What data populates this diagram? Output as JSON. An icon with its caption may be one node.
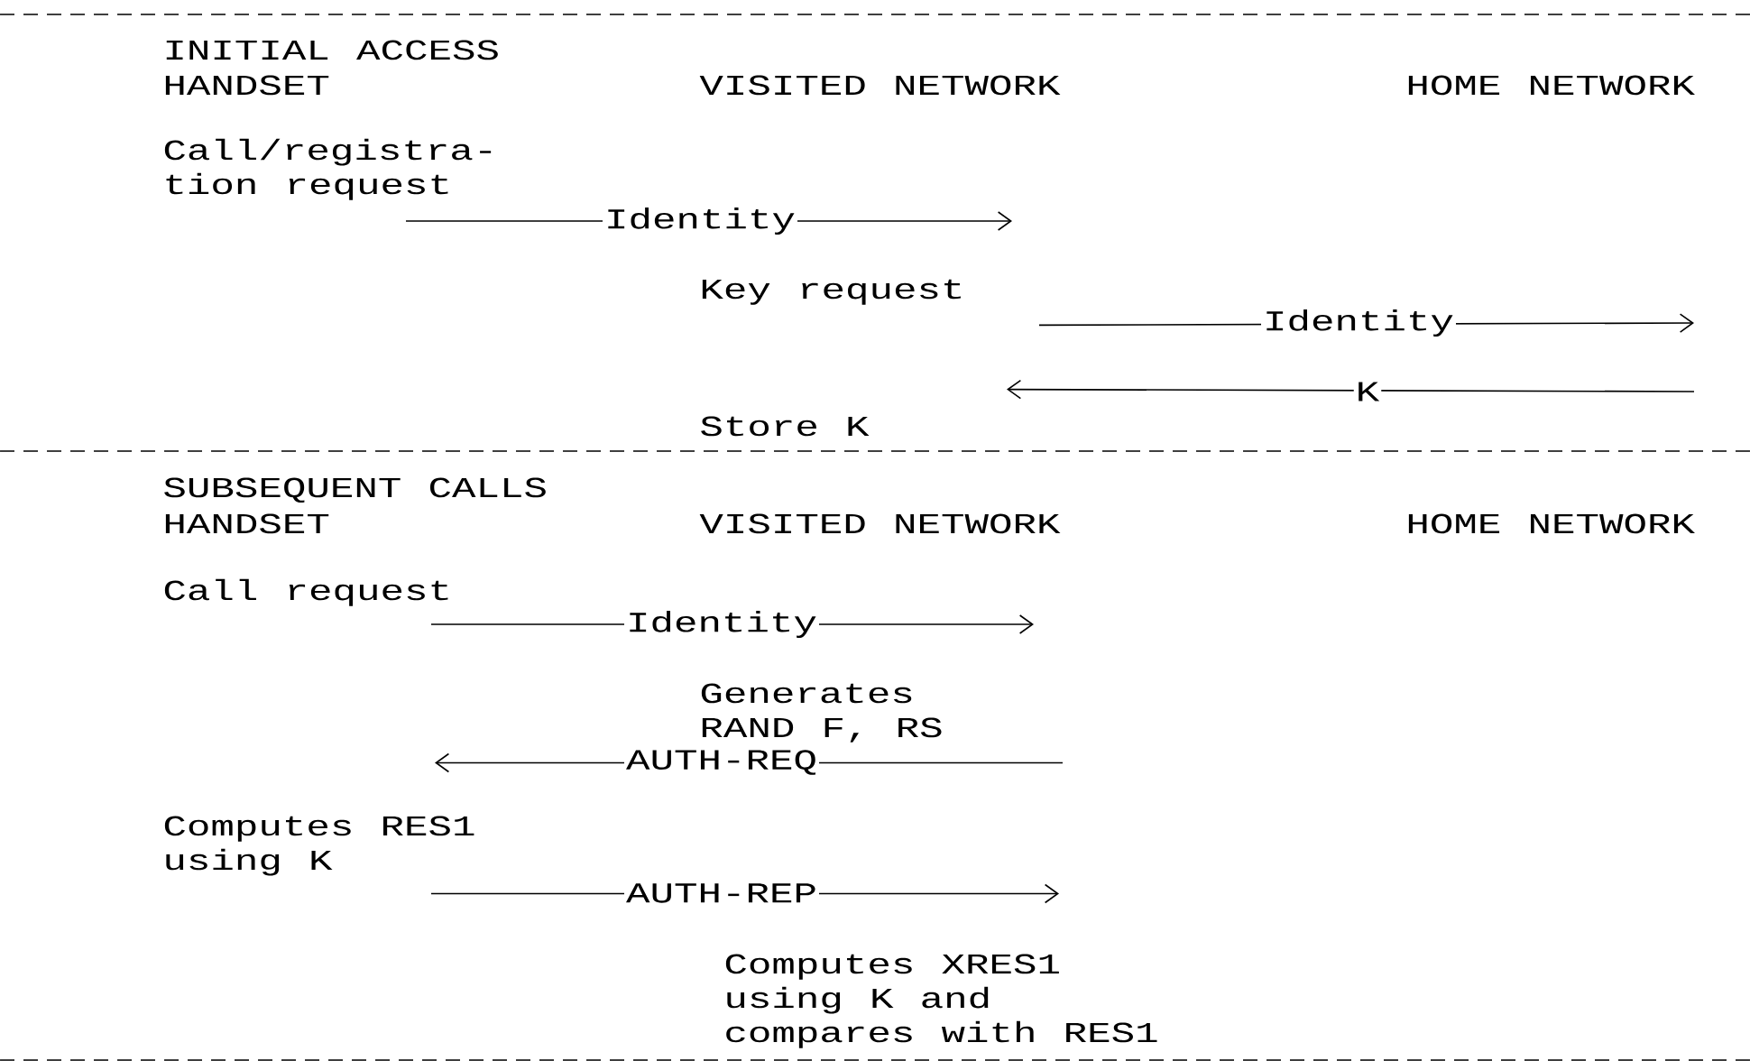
{
  "diagram": {
    "nodes": [
      {
        "text": [
          "Call/registra- tion request"
        ]
      },
      {
        "text": [
          "Key request"
        ]
      },
      {
        "text": [
          "Store K"
        ]
      },
      {
        "text": [
          "Call request"
        ]
      },
      {
        "text": [
          "Generates RAND F, RS"
        ]
      },
      {
        "text": [
          "Computes RES1 using K"
        ]
      },
      {
        "text": [
          "Computes XRES1 using K and compares with RES1"
        ]
      }
    ],
    "edges": [
      {
        "from": 0,
        "to": 1,
        "arrow": "to",
        "label": "Identity"
      },
      {
        "from": 1,
        "to": null,
        "arrow": "to",
        "label": "Identity"
      },
      {
        "from": null,
        "to": 2,
        "arrow": "to",
        "label": "K"
      },
      {
        "from": 3,
        "to": 4,
        "arrow": "to",
        "label": "Identity"
      },
      {
        "from": 4,
        "to": 5,
        "arrow": "to",
        "label": "AUTH-REQ"
      },
      {
        "from": 5,
        "to": 6,
        "arrow": "to",
        "label": "AUTH-REP"
      }
    ],
    "labels": [
      "INITIAL ACCESS",
      "HANDSET",
      "VISITED NETWORK",
      "HOME NETWORK",
      "SUBSEQUENT CALLS",
      "HANDSET",
      "VISITED NETWORK",
      "HOME NETWORK"
    ]
  }
}
